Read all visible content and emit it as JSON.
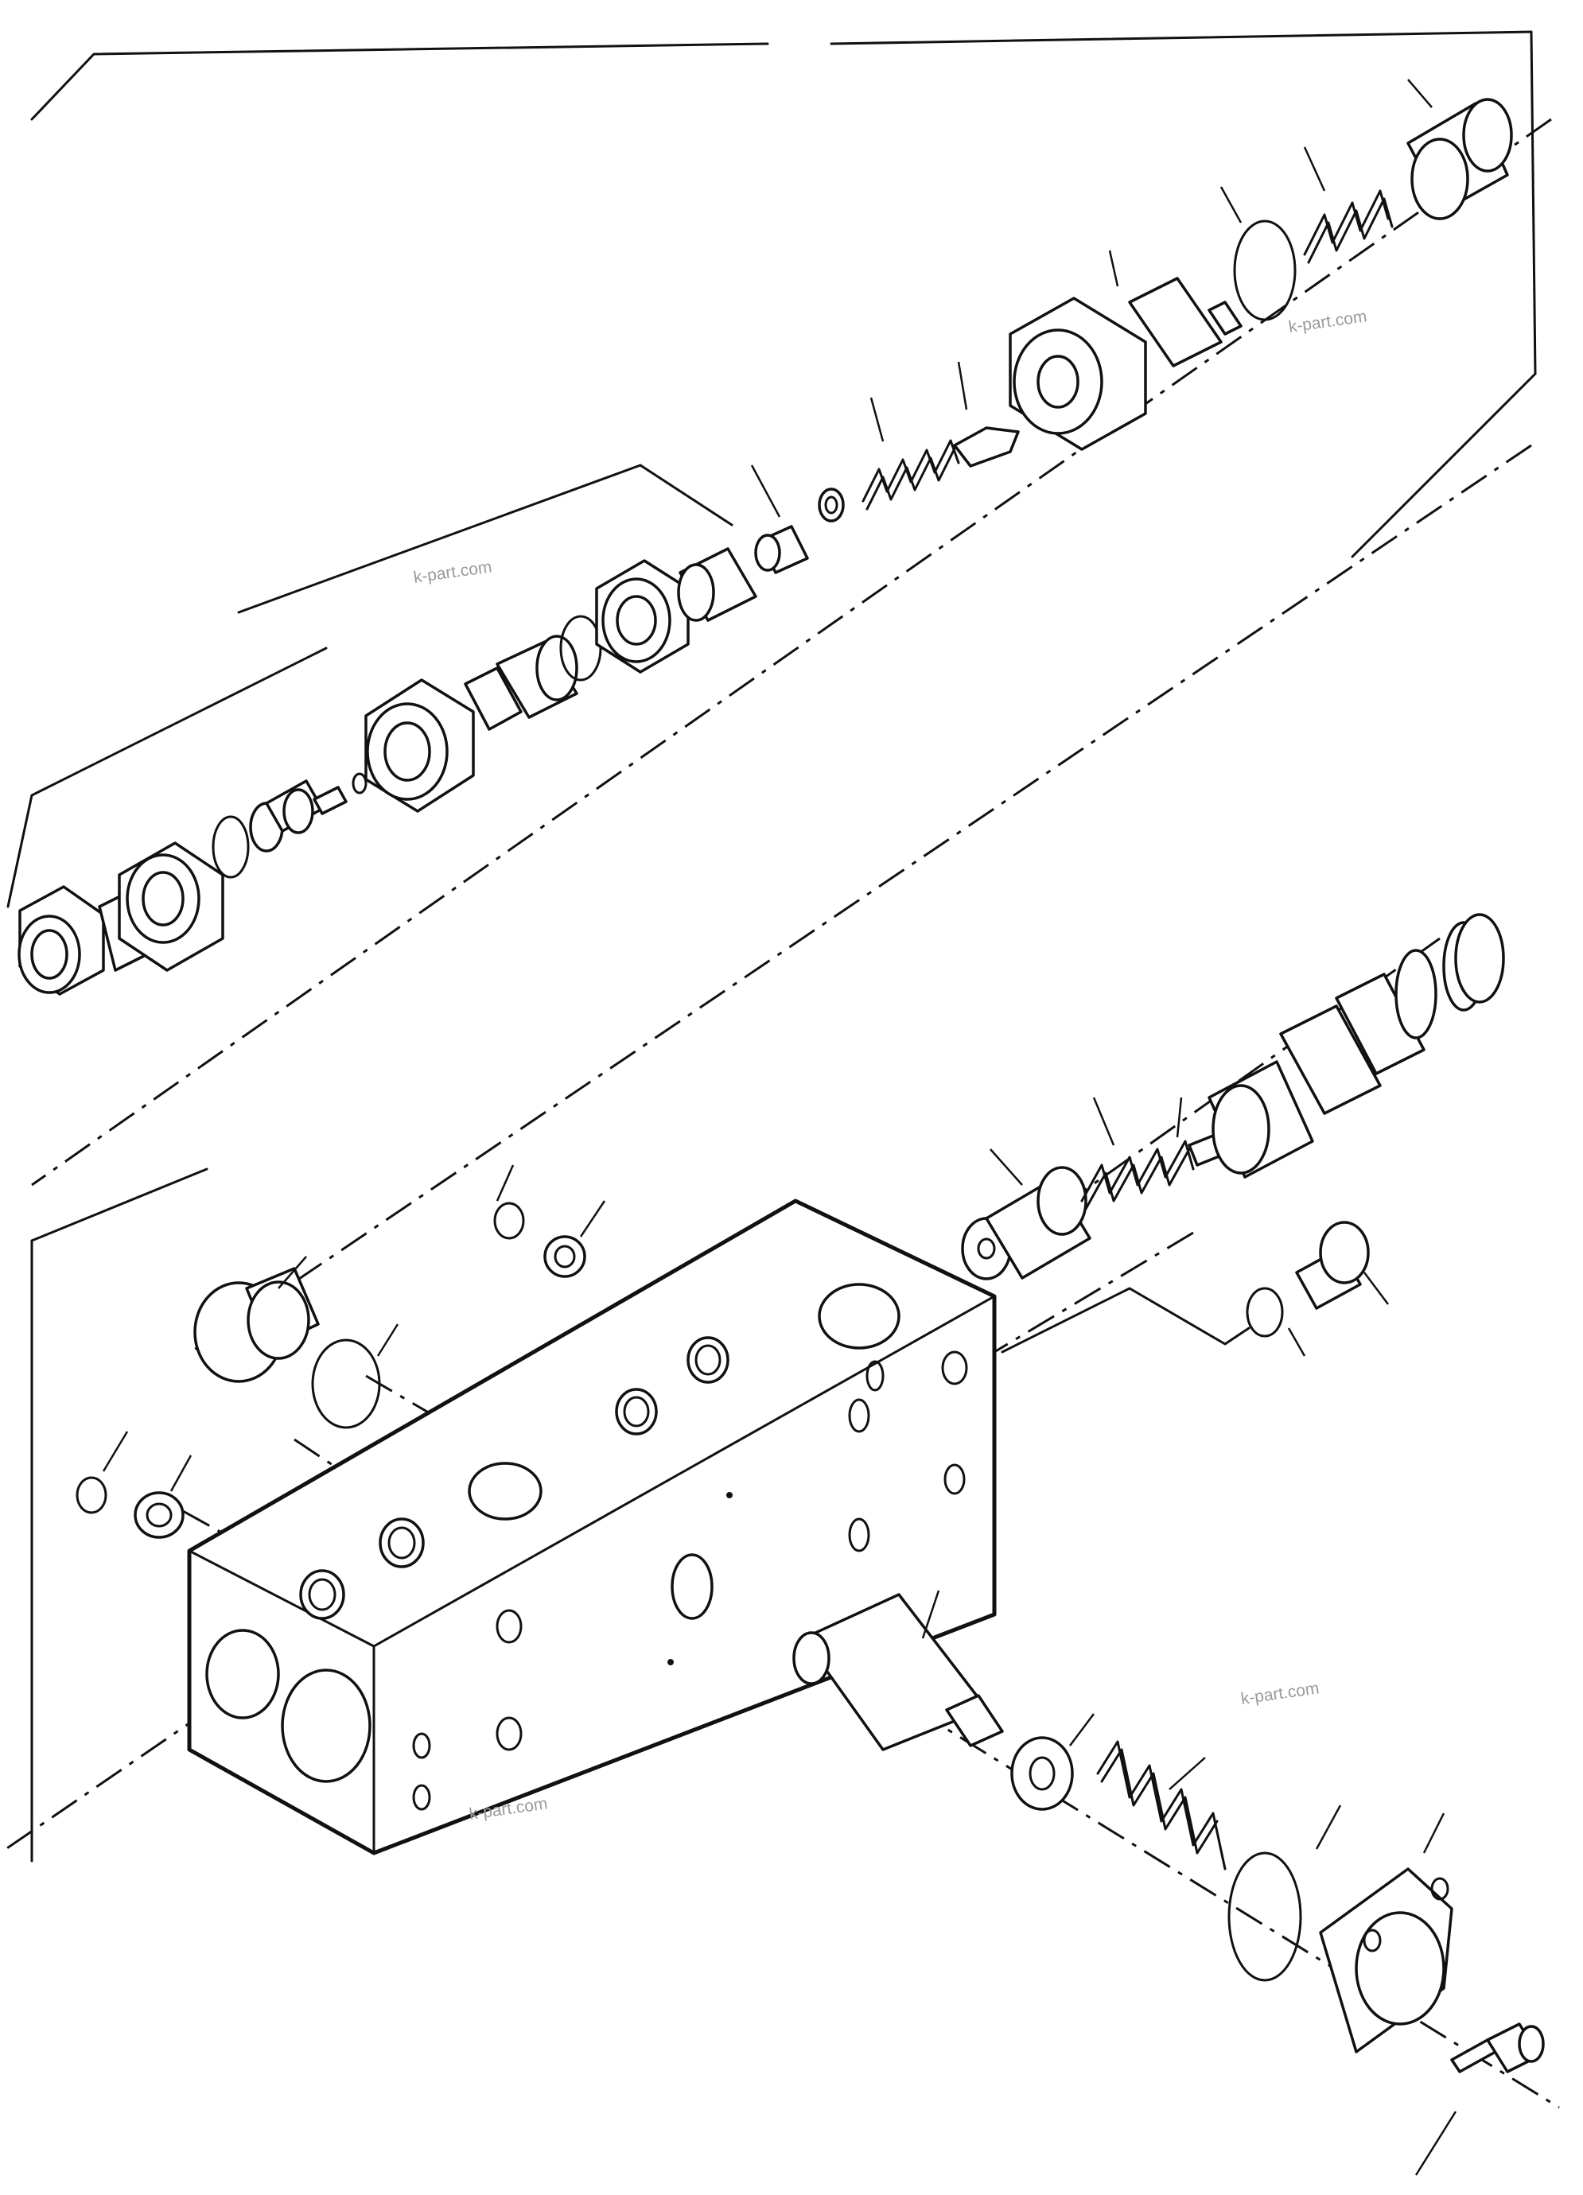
{
  "diagram": {
    "type": "exploded-parts-view",
    "subject": "hydraulic valve block assembly",
    "colors": {
      "line": "#111111",
      "background": "#ffffff",
      "watermark": "#9a9a9a"
    }
  },
  "watermarks": [
    {
      "id": "wm1",
      "text": "k-part.com"
    },
    {
      "id": "wm2",
      "text": "k-part.com"
    },
    {
      "id": "wm3",
      "text": "k-part.com"
    },
    {
      "id": "wm4",
      "text": "k-part.com"
    }
  ]
}
